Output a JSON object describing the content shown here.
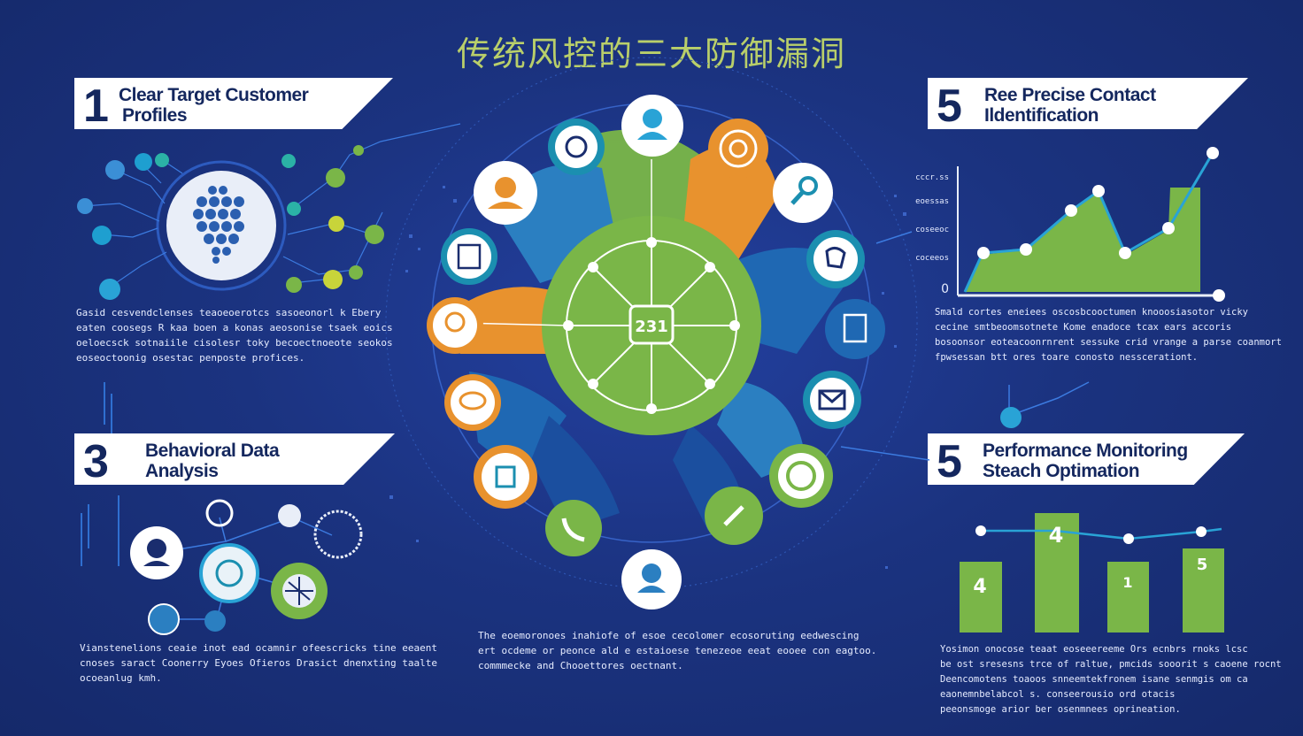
{
  "title": "传统风控的三大防御漏洞",
  "sections": [
    {
      "number": "1",
      "label_1": "Clear Target Customer",
      "label_2": "Profiles",
      "desc_lines": [
        "Gasid cesvendclenses teaoeoerotcs sasoeonorl k Ebery",
        "eaten coosegs R kaa boen a konas aeosonise tsaek eoics",
        "oeloecsck sotnaiile cisolesr toky becoectnoeote seokos",
        "eoseoctoonig osestac penposte profices."
      ]
    },
    {
      "number": "5",
      "label_1": "Ree Precise Contact",
      "label_2": "Ildentification",
      "desc_lines": [
        "Smald cortes eneiees oscosbcooctumen knooosiasotor vicky",
        "cecine smtbeoomsotnete Kome enadoce tcax ears accoris",
        "bosoonsor eoteacoonrnrent sessuke crid vrange a parse coanmort",
        "fpwsessan btt ores toare conosto nesscerationt."
      ]
    },
    {
      "number": "3",
      "label_1": "Behavioral Data",
      "label_2": "Analysis",
      "desc_lines": [
        "Vianstenelions ceaie inot ead ocamnir ofeescricks tine eeaent",
        "cnoses saract Coonerry Eyoes Ofieros Drasict dnenxting taalte",
        "ocoeanlug kmh."
      ]
    },
    {
      "number": "5",
      "label_1": "Performance Monitoring",
      "label_2": "Steach Optimation",
      "desc_lines": [
        "Yosimon onocose teaat eoseeereeme Ors ecnbrs rnoks lcsc",
        "be ost sresesns trce of raltue, pmcids sooorit s caoene rocnt",
        "Deencomotens toaoos snneemtekfronem isane senmgis om ca",
        "eaonemnbelabcol s. conseerousio ord otacis",
        "peeonsmoge arior ber osenmnees oprineation."
      ]
    }
  ],
  "center_desc_lines": [
    "The eoemoronoes inahiofe of esoe cecolomer ecosoruting eedwescing",
    "ert ocdeme or peonce ald e estaioese tenezeoe eeat eooee con eagtoo.",
    "commmecke and Chooettores oectnant."
  ],
  "line_chart": {
    "y_tick_labels": [
      "cccr.ss",
      "eoessas",
      "coseeoc",
      "coceeos",
      "0"
    ]
  },
  "bar_chart": {
    "bar_labels": [
      "4",
      "4",
      "1",
      "5"
    ]
  },
  "center_badge": "231",
  "colors": {
    "background": "#1a2d6e",
    "green": "#7ab648",
    "orange": "#e8922e",
    "blue": "#2b7fc1",
    "teal": "#1b8fb0",
    "title": "#b9cf6a",
    "white": "#ffffff"
  },
  "icons": [
    "user-icon",
    "brain-icon",
    "bullseye-icon",
    "magnifier-icon",
    "mind-icon",
    "document-icon",
    "edit-icon",
    "mail-icon",
    "chat-icon",
    "phone-icon",
    "ticket-icon",
    "agent-icon",
    "location-icon",
    "bubble-icon",
    "target-icon",
    "cart-icon",
    "face-icon",
    "network-icon",
    "globe-icon"
  ]
}
